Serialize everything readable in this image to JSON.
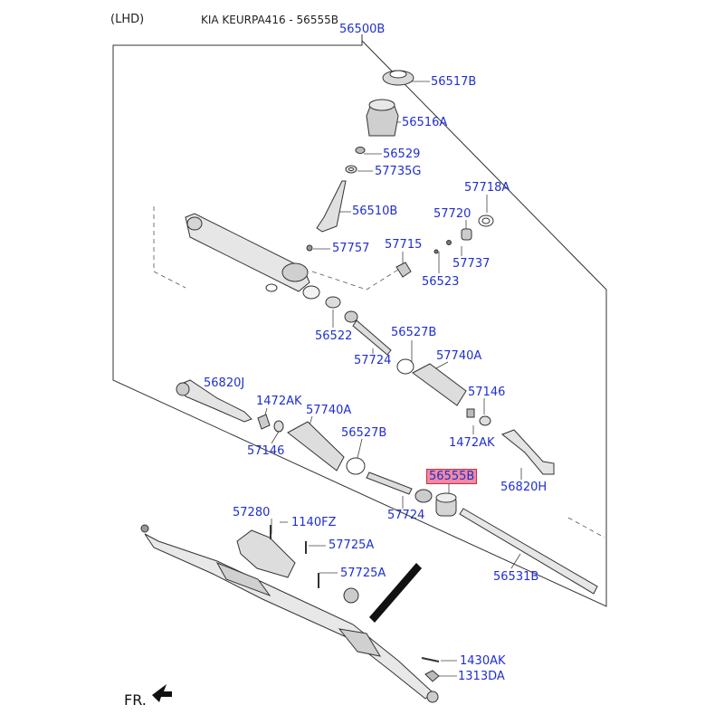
{
  "header": {
    "variant": "(LHD)",
    "model": "KIA KEURPA416 - 56555B"
  },
  "assembly_label": "56500B",
  "parts": [
    {
      "key": "p56517B",
      "label": "56517B"
    },
    {
      "key": "p56516A",
      "label": "56516A"
    },
    {
      "key": "p56529",
      "label": "56529"
    },
    {
      "key": "p57735G",
      "label": "57735G"
    },
    {
      "key": "p57718A",
      "label": "57718A"
    },
    {
      "key": "p56510B",
      "label": "56510B"
    },
    {
      "key": "p57720",
      "label": "57720"
    },
    {
      "key": "p57757",
      "label": "57757"
    },
    {
      "key": "p57715",
      "label": "57715"
    },
    {
      "key": "p57737",
      "label": "57737"
    },
    {
      "key": "p56523",
      "label": "56523"
    },
    {
      "key": "p56522",
      "label": "56522"
    },
    {
      "key": "p56527B_top",
      "label": "56527B"
    },
    {
      "key": "p57724_top",
      "label": "57724"
    },
    {
      "key": "p57740A_right",
      "label": "57740A"
    },
    {
      "key": "p56820J",
      "label": "56820J"
    },
    {
      "key": "p57146_right",
      "label": "57146"
    },
    {
      "key": "p1472AK_left",
      "label": "1472AK"
    },
    {
      "key": "p57740A_left",
      "label": "57740A"
    },
    {
      "key": "p56527B_mid",
      "label": "56527B"
    },
    {
      "key": "p57146_left",
      "label": "57146"
    },
    {
      "key": "p1472AK_right",
      "label": "1472AK"
    },
    {
      "key": "p56555B",
      "label": "56555B",
      "highlighted": true
    },
    {
      "key": "p56820H",
      "label": "56820H"
    },
    {
      "key": "p57724_mid",
      "label": "57724"
    },
    {
      "key": "p57280",
      "label": "57280"
    },
    {
      "key": "p1140FZ",
      "label": "1140FZ"
    },
    {
      "key": "p57725A_1",
      "label": "57725A"
    },
    {
      "key": "p56531B",
      "label": "56531B"
    },
    {
      "key": "p57725A_2",
      "label": "57725A"
    },
    {
      "key": "p1430AK",
      "label": "1430AK"
    },
    {
      "key": "p1313DA",
      "label": "1313DA"
    }
  ],
  "front_indicator": "FR.",
  "colors": {
    "label": "#1f2fd0",
    "highlight_fill": "#f08aa0",
    "highlight_border": "#c0304a",
    "line": "#333333"
  }
}
